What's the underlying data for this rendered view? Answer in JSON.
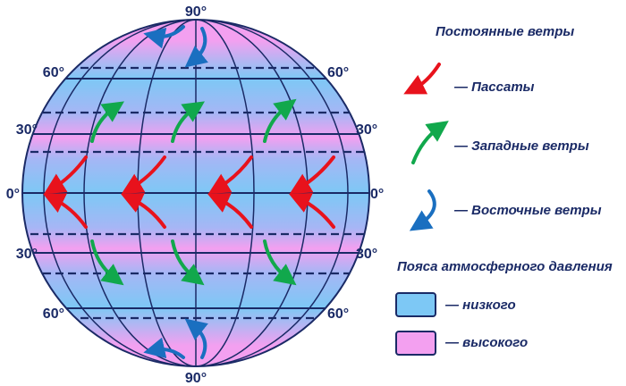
{
  "degree_labels": {
    "top": "90°",
    "bottom": "90°",
    "n60_left": "60°",
    "n60_right": "60°",
    "n30_left": "30°",
    "n30_right": "30°",
    "eq_left": "0°",
    "eq_right": "0°",
    "s30_left": "30°",
    "s30_right": "30°",
    "s60_left": "60°",
    "s60_right": "60°"
  },
  "legend": {
    "winds_title": "Постоянные ветры",
    "trade_winds": "— Пассаты",
    "westerlies": "— Западные ветры",
    "easterlies": "— Восточные ветры",
    "pressure_title": "Пояса атмосферного давления",
    "low_pressure": "— низкого",
    "high_pressure": "— высокого"
  },
  "colors": {
    "trade_wind": "#e8121c",
    "westerly": "#11a84c",
    "easterly": "#1a6fc0",
    "low_pressure": "#7dc8f5",
    "high_pressure": "#f3a0f0",
    "outline": "#1a2a66"
  }
}
